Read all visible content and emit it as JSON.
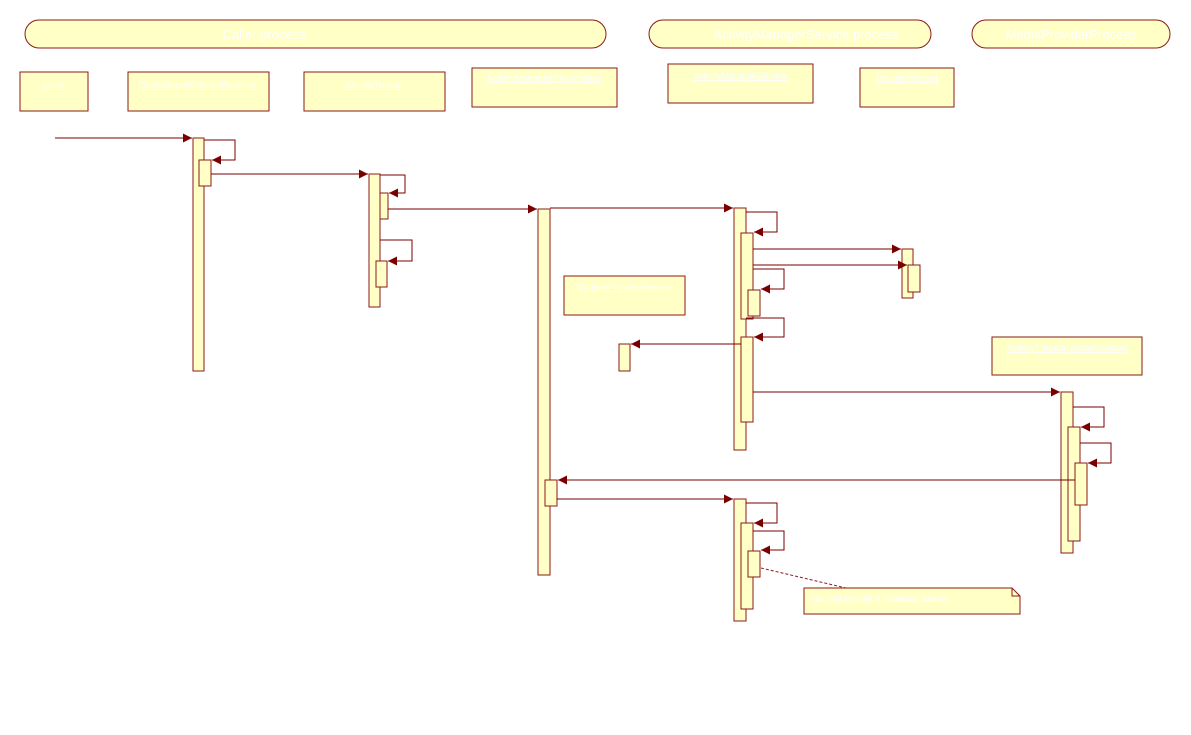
{
  "processes": [
    {
      "label": "Caller process"
    },
    {
      "label": "ActivityManagerService process"
    },
    {
      "label": "MediaProviderProcess"
    }
  ],
  "objects": [
    {
      "label": "caller"
    },
    {
      "label": "ContextImpl/ContentResolver"
    },
    {
      "label": "ActivityThread"
    },
    {
      "label": "ActivityManagerProxy/Native"
    },
    {
      "label": "ActivityManagerService"
    },
    {
      "label": "ProcessRecord"
    },
    {
      "label": "ActivityThread(MediaProvider)"
    },
    {
      "label": "ContentProviderRecord"
    }
  ],
  "note": {
    "label": "wait until provider is installed/published"
  },
  "colors": {
    "fill": "#ffffc6",
    "stroke": "#8b1a1a",
    "arrow": "#7a0000",
    "ink": "#ffffff"
  }
}
